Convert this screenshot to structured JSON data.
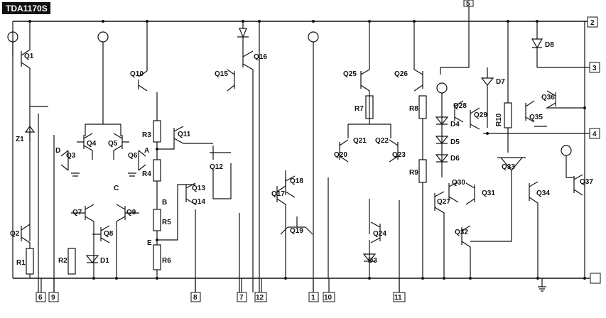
{
  "title": "TDA1170S",
  "pins": [
    "1",
    "2",
    "3",
    "4",
    "5",
    "6",
    "7",
    "8",
    "9",
    "10",
    "11",
    "12"
  ],
  "transistors": [
    "Q1",
    "Q2",
    "Q3",
    "Q4",
    "Q5",
    "Q6",
    "Q7",
    "Q8",
    "Q9",
    "Q10",
    "Q11",
    "Q12",
    "Q13",
    "Q14",
    "Q15",
    "Q16",
    "Q17",
    "Q18",
    "Q19",
    "Q20",
    "Q21",
    "Q22",
    "Q23",
    "Q24",
    "Q25",
    "Q26",
    "Q27",
    "Q28",
    "Q29",
    "Q30",
    "Q31",
    "Q32",
    "Q33",
    "Q34",
    "Q35",
    "Q36",
    "Q37"
  ],
  "resistors": [
    "R1",
    "R2",
    "R3",
    "R4",
    "R5",
    "R6",
    "R7",
    "R8",
    "R9",
    "R10"
  ],
  "diodes": [
    "D1",
    "D3",
    "D4",
    "D5",
    "D6",
    "D7",
    "D8",
    "Z1"
  ],
  "node_labels": [
    "A",
    "B",
    "C",
    "D",
    "E"
  ]
}
